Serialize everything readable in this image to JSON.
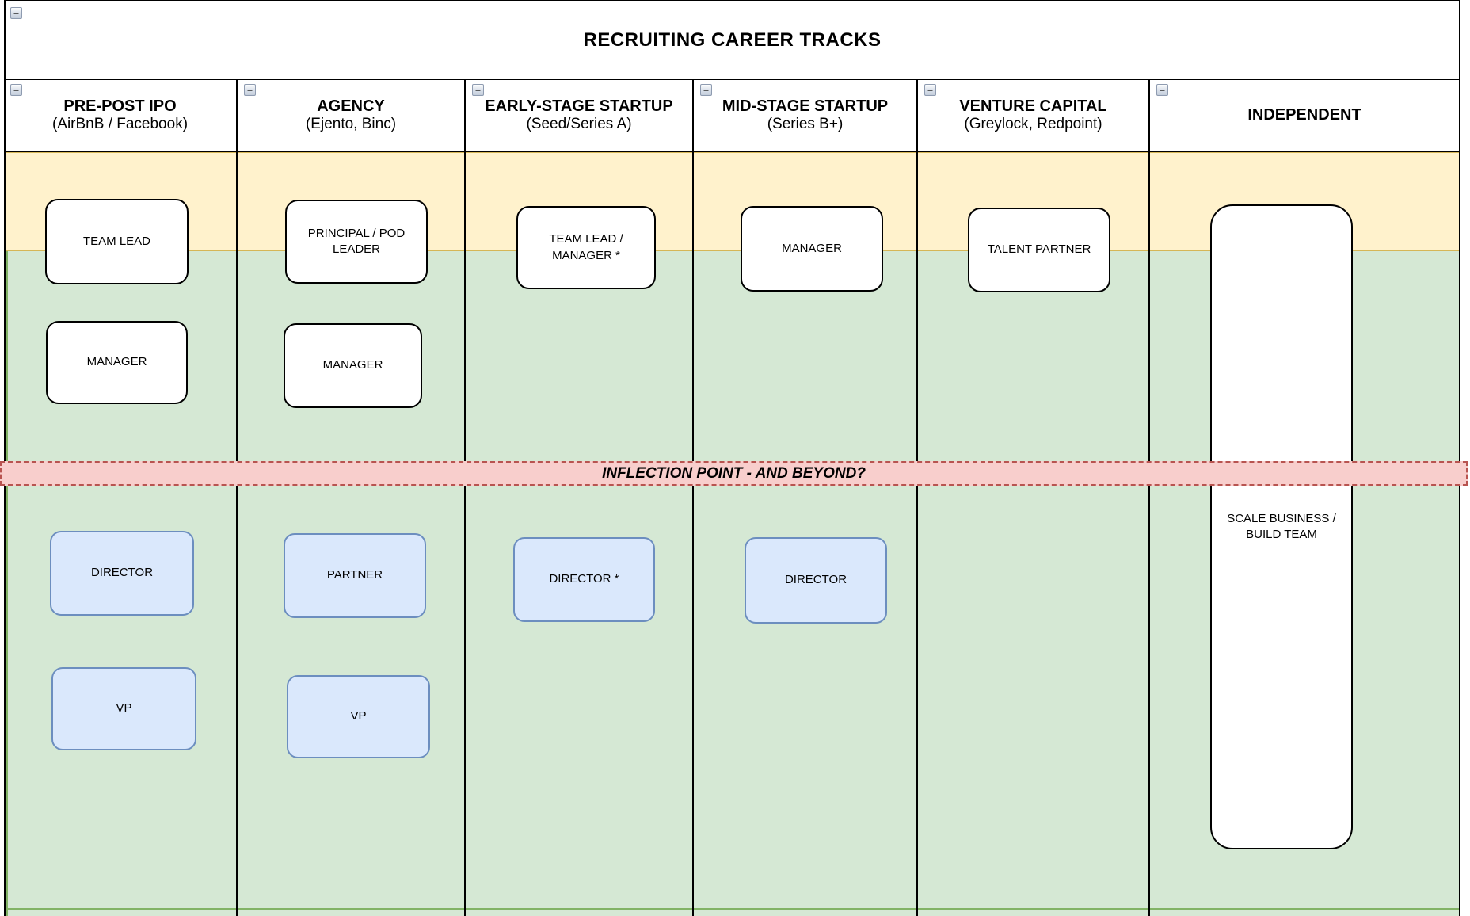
{
  "title": "RECRUITING CAREER TRACKS",
  "icons": {
    "collapse": "−"
  },
  "inflection": {
    "label": "INFLECTION POINT - AND BEYOND?"
  },
  "colors": {
    "upper_band": "#fff2cc",
    "upper_band_border": "#d6b656",
    "lower_band": "#d5e8d4",
    "lower_band_border": "#82b366",
    "inflection_fill": "#f8cecc",
    "inflection_border": "#b85450",
    "track_box_fill": "#dae8fc",
    "track_box_border": "#6c8ebf",
    "white_box_fill": "#ffffff",
    "white_box_border": "#000000"
  },
  "columns": [
    {
      "title": "PRE-POST IPO",
      "subtitle": "(AirBnB / Facebook)",
      "boxes": [
        "TEAM LEAD",
        "MANAGER",
        "DIRECTOR",
        "VP"
      ]
    },
    {
      "title": "AGENCY",
      "subtitle": "(Ejento, Binc)",
      "boxes": [
        "PRINCIPAL / POD LEADER",
        "MANAGER",
        "PARTNER",
        "VP"
      ]
    },
    {
      "title": "EARLY-STAGE STARTUP",
      "subtitle": "(Seed/Series A)",
      "boxes": [
        "TEAM LEAD / MANAGER *",
        "DIRECTOR *"
      ]
    },
    {
      "title": "MID-STAGE STARTUP",
      "subtitle": "(Series B+)",
      "boxes": [
        "MANAGER",
        "DIRECTOR"
      ]
    },
    {
      "title": "VENTURE CAPITAL",
      "subtitle": "(Greylock, Redpoint)",
      "boxes": [
        "TALENT PARTNER"
      ]
    },
    {
      "title": "INDEPENDENT",
      "subtitle": "",
      "boxes": [
        "SCALE BUSINESS / BUILD TEAM"
      ]
    }
  ]
}
